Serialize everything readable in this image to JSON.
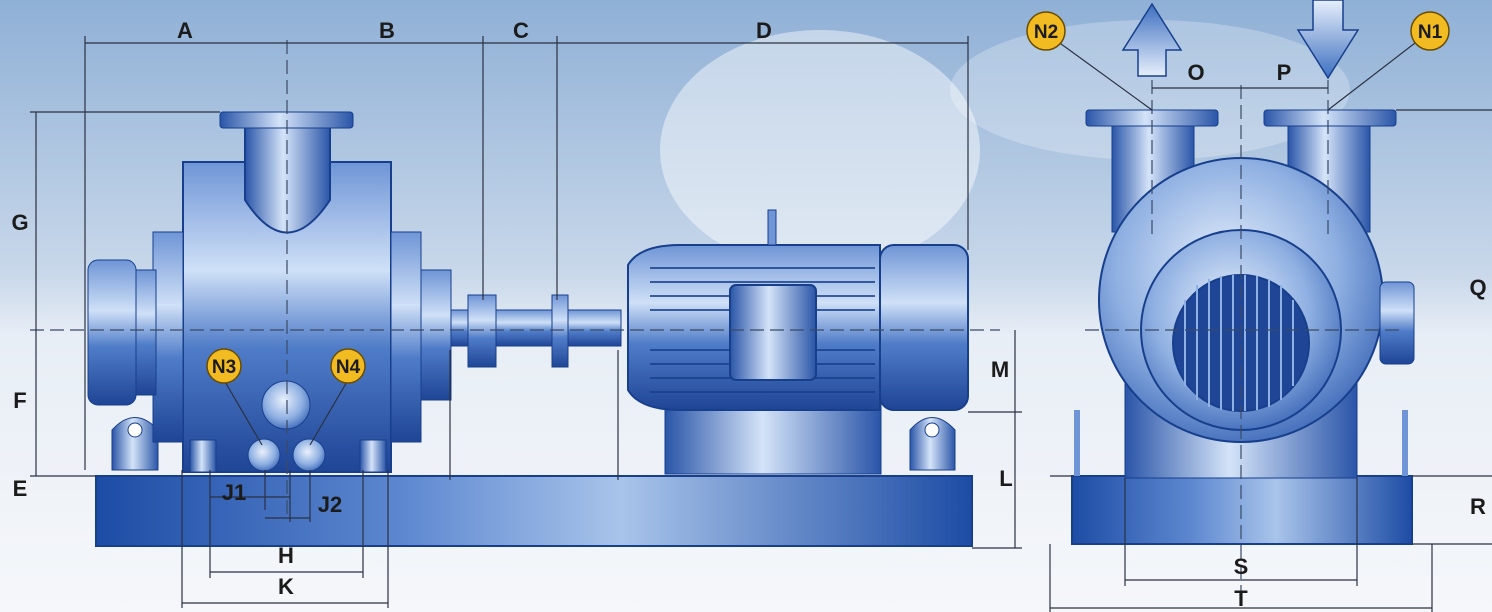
{
  "dimension_labels": {
    "A": "A",
    "B": "B",
    "C": "C",
    "D": "D",
    "E": "E",
    "F": "F",
    "G": "G",
    "H": "H",
    "J1": "J1",
    "J2": "J2",
    "K": "K",
    "L": "L",
    "M": "M",
    "O": "O",
    "P": "P",
    "Q": "Q",
    "R": "R",
    "S": "S",
    "T": "T"
  },
  "nozzle_badges": {
    "N1": "N1",
    "N2": "N2",
    "N3": "N3",
    "N4": "N4"
  },
  "colors": {
    "pump_blue": "#2f5fb0",
    "light_blue": "#a9c4ea",
    "badge_yellow": "#f2bb22",
    "sky_top": "#9fb9d9",
    "floor": "#eef1f6"
  }
}
